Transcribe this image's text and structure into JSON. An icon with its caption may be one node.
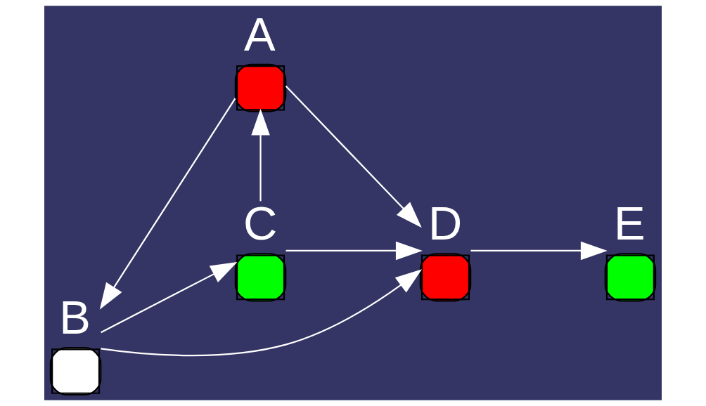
{
  "diagram": {
    "nodes": [
      {
        "text": [
          "A"
        ]
      },
      {
        "text": [
          "C"
        ]
      },
      {
        "text": [
          "B"
        ]
      },
      {
        "text": [
          "D"
        ]
      },
      {
        "text": [
          "E"
        ]
      }
    ],
    "edges": [
      {
        "from": 0,
        "to": 2,
        "arrow": "to"
      },
      {
        "from": 1,
        "to": 0,
        "arrow": "to"
      },
      {
        "from": 2,
        "to": 1,
        "arrow": "to"
      },
      {
        "from": 0,
        "to": 3,
        "arrow": "to"
      },
      {
        "from": 1,
        "to": 3,
        "arrow": "to"
      },
      {
        "from": 2,
        "to": 3,
        "arrow": "to"
      },
      {
        "from": 3,
        "to": 4,
        "arrow": "to"
      }
    ]
  }
}
